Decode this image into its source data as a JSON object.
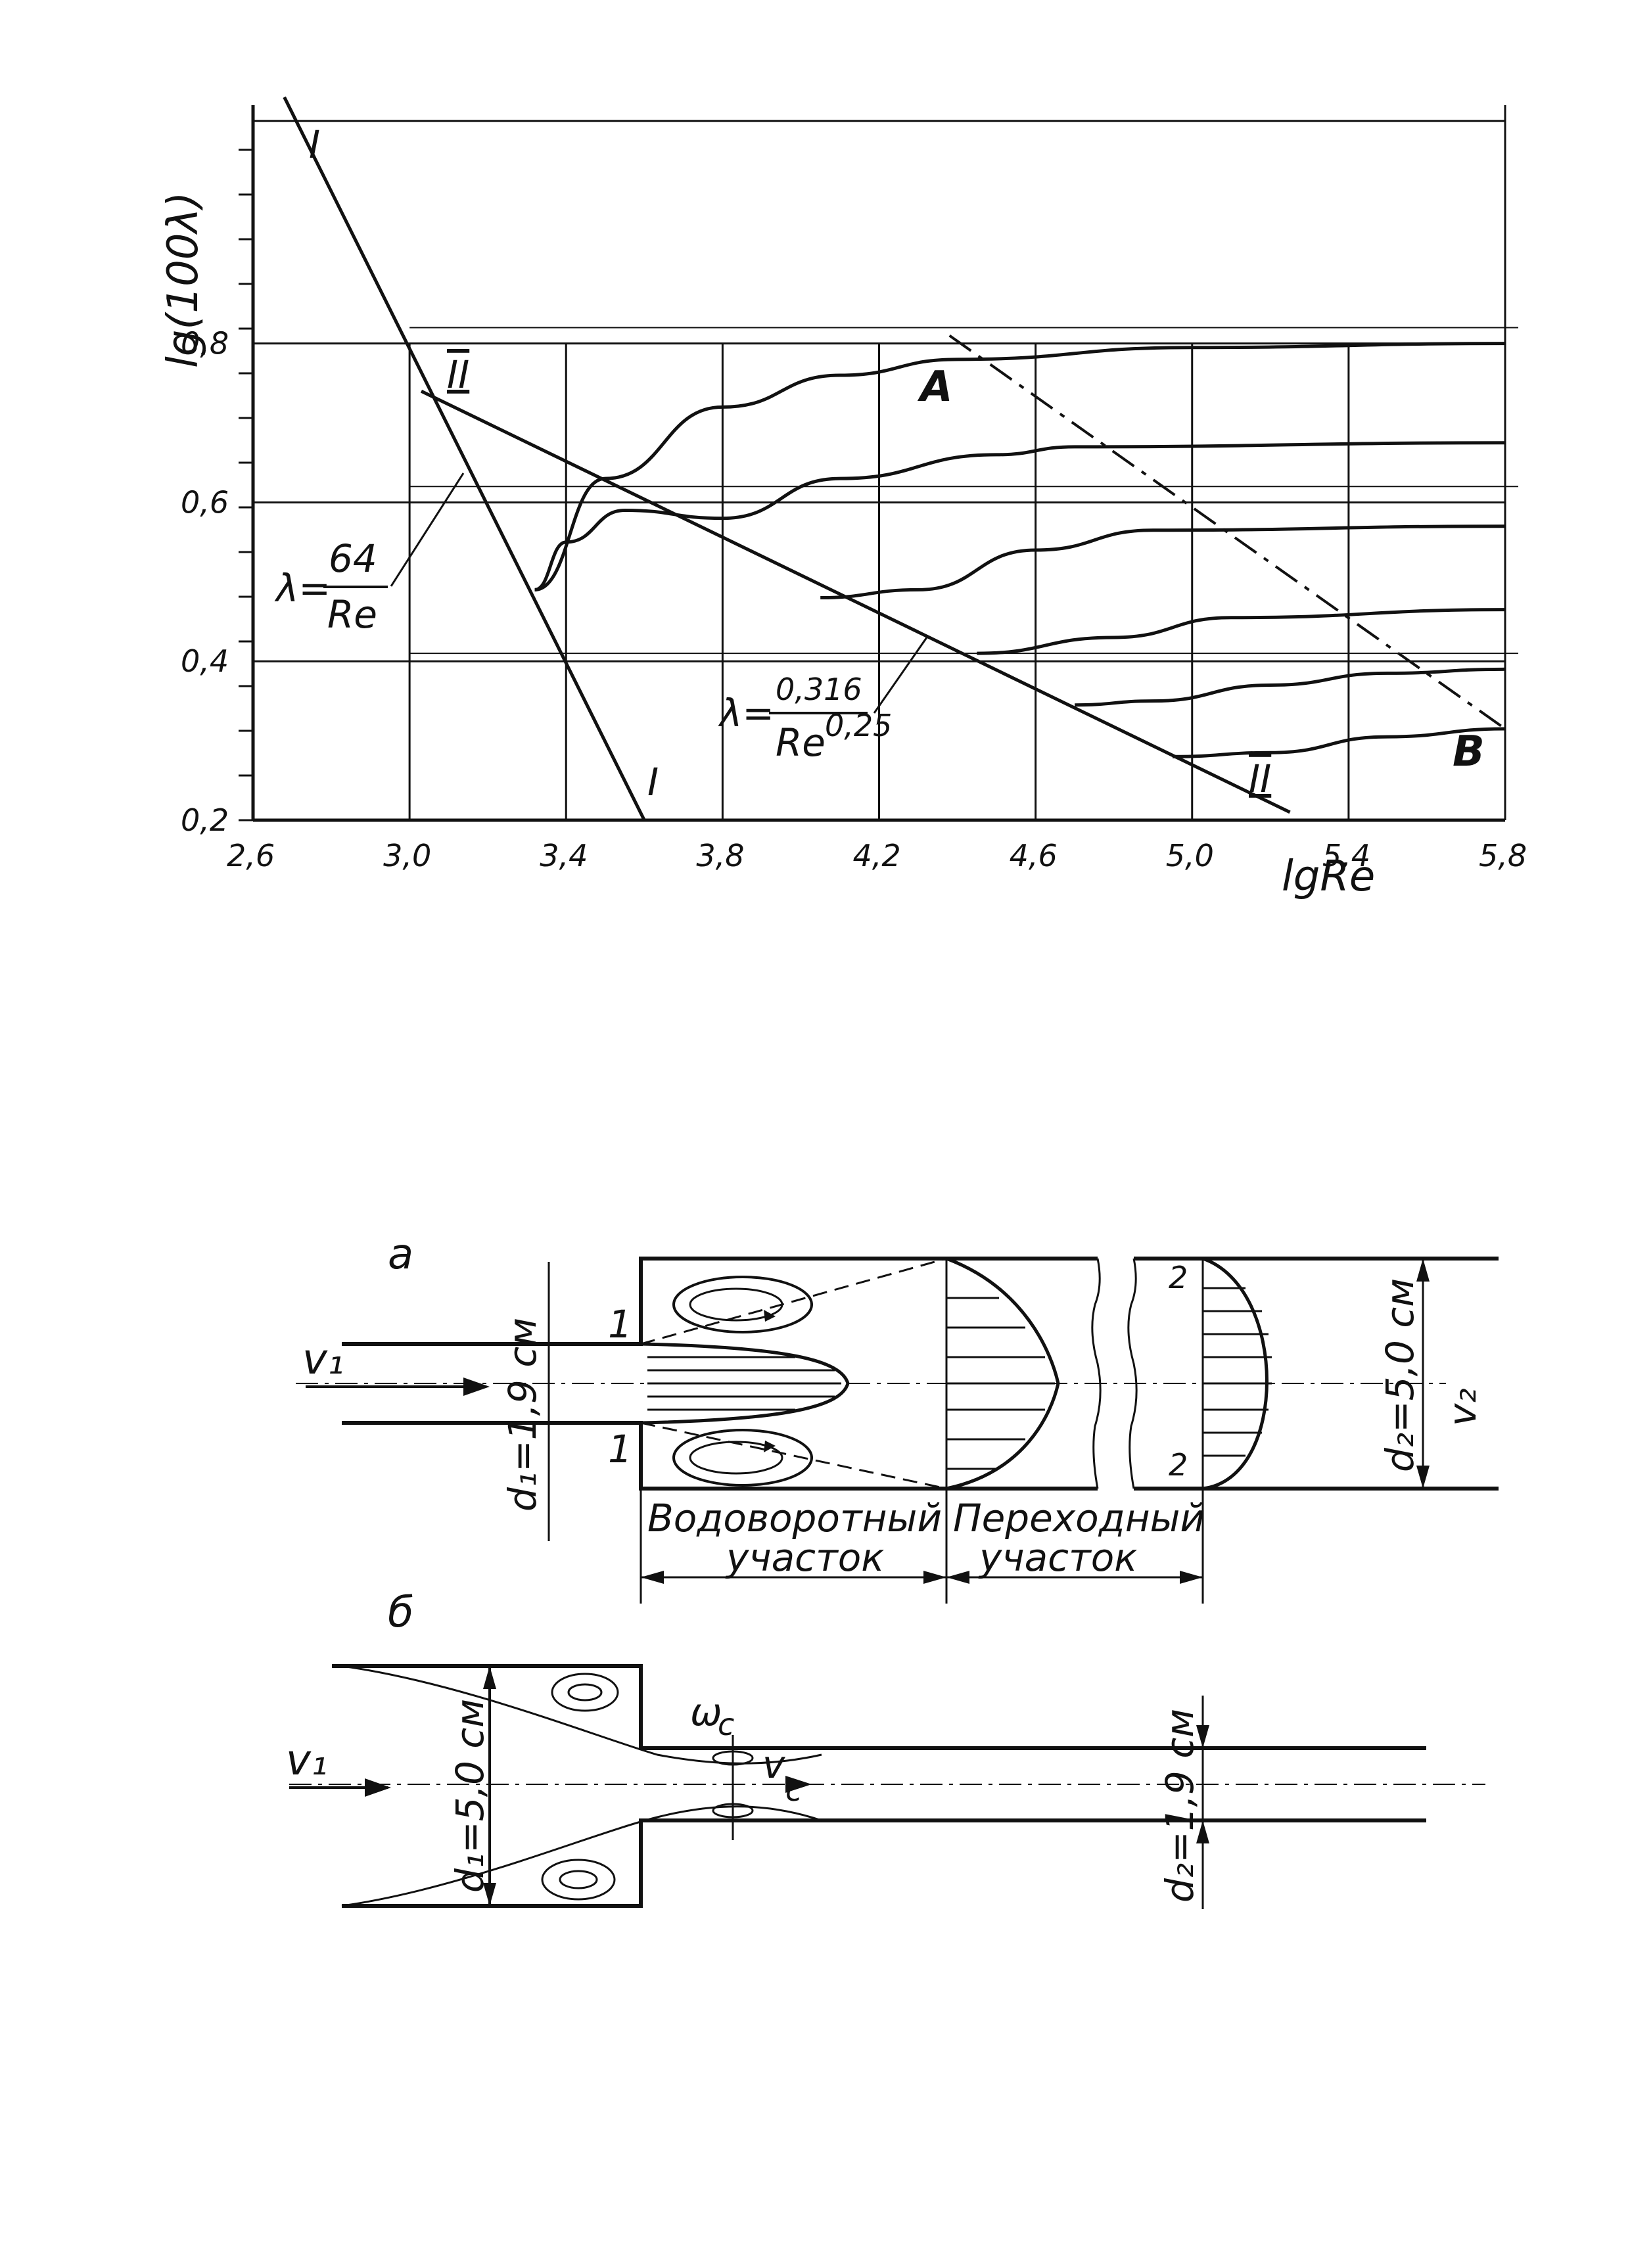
{
  "chart_data": {
    "type": "line",
    "xlabel": "lgRe",
    "ylabel": "lg(100λ)",
    "xlim": [
      2.6,
      5.8
    ],
    "ylim": [
      0.2,
      1.1
    ],
    "x_ticks": [
      "2,6",
      "3,0",
      "3,4",
      "3,8",
      "4,2",
      "4,6",
      "5,0",
      "5,4",
      "5,8"
    ],
    "y_ticks": [
      "0,2",
      "0,4",
      "0,6",
      "0,8"
    ],
    "grid": true,
    "series": [
      {
        "name": "I",
        "values": [
          [
            2.68,
            1.11
          ],
          [
            3.6,
            0.2
          ]
        ]
      },
      {
        "name": "II",
        "values": [
          [
            3.03,
            0.74
          ],
          [
            5.25,
            0.21
          ]
        ]
      },
      {
        "values": [
          [
            3.32,
            0.49
          ],
          [
            3.5,
            0.63
          ],
          [
            3.8,
            0.72
          ],
          [
            4.1,
            0.76
          ],
          [
            4.4,
            0.78
          ],
          [
            5.0,
            0.795
          ],
          [
            5.8,
            0.8
          ]
        ]
      },
      {
        "values": [
          [
            3.32,
            0.49
          ],
          [
            3.4,
            0.55
          ],
          [
            3.55,
            0.59
          ],
          [
            3.8,
            0.58
          ],
          [
            4.1,
            0.63
          ],
          [
            4.5,
            0.66
          ],
          [
            4.7,
            0.67
          ],
          [
            5.8,
            0.675
          ]
        ]
      },
      {
        "values": [
          [
            4.05,
            0.48
          ],
          [
            4.3,
            0.49
          ],
          [
            4.6,
            0.54
          ],
          [
            4.9,
            0.565
          ],
          [
            5.8,
            0.57
          ]
        ]
      },
      {
        "values": [
          [
            4.45,
            0.41
          ],
          [
            4.8,
            0.43
          ],
          [
            5.1,
            0.455
          ],
          [
            5.8,
            0.465
          ]
        ]
      },
      {
        "values": [
          [
            4.7,
            0.345
          ],
          [
            4.9,
            0.35
          ],
          [
            5.2,
            0.37
          ],
          [
            5.5,
            0.385
          ],
          [
            5.8,
            0.39
          ]
        ]
      },
      {
        "values": [
          [
            4.95,
            0.28
          ],
          [
            5.2,
            0.285
          ],
          [
            5.5,
            0.305
          ],
          [
            5.8,
            0.315
          ]
        ]
      },
      {
        "name": "AB",
        "values": [
          [
            4.38,
            0.81
          ],
          [
            5.8,
            0.315
          ]
        ]
      }
    ],
    "annotations": {
      "roman_I_top": "I",
      "roman_I_bottom": "I",
      "roman_II_top": "II",
      "roman_II_bottom": "II",
      "point_A": "A",
      "point_B": "B",
      "laminar_lambda": "λ=",
      "laminar_num": "64",
      "laminar_den": "Re",
      "blasius_lambda": "λ=",
      "blasius_num": "0,316",
      "blasius_den": "Re",
      "blasius_exp": "0,25"
    }
  },
  "diagram_a": {
    "letter": "а",
    "v1": "v₁",
    "v2": "v₂",
    "d1": "d₁=1,9 см",
    "d2": "d₂=5,0 см",
    "section1_top": "1",
    "section1_bottom": "1",
    "section2_top": "2",
    "section2_bottom": "2",
    "zone1_line1": "Водоворотный",
    "zone1_line2": "участок",
    "zone2_line1": "Переходный",
    "zone2_line2": "участок"
  },
  "diagram_b": {
    "letter": "б",
    "v1": "v₁",
    "vc": "v",
    "vc_sub": "c",
    "omega": "ω",
    "omega_sub": "c",
    "d1": "d₁=5,0 см",
    "d2": "d₂=1,9 см"
  }
}
